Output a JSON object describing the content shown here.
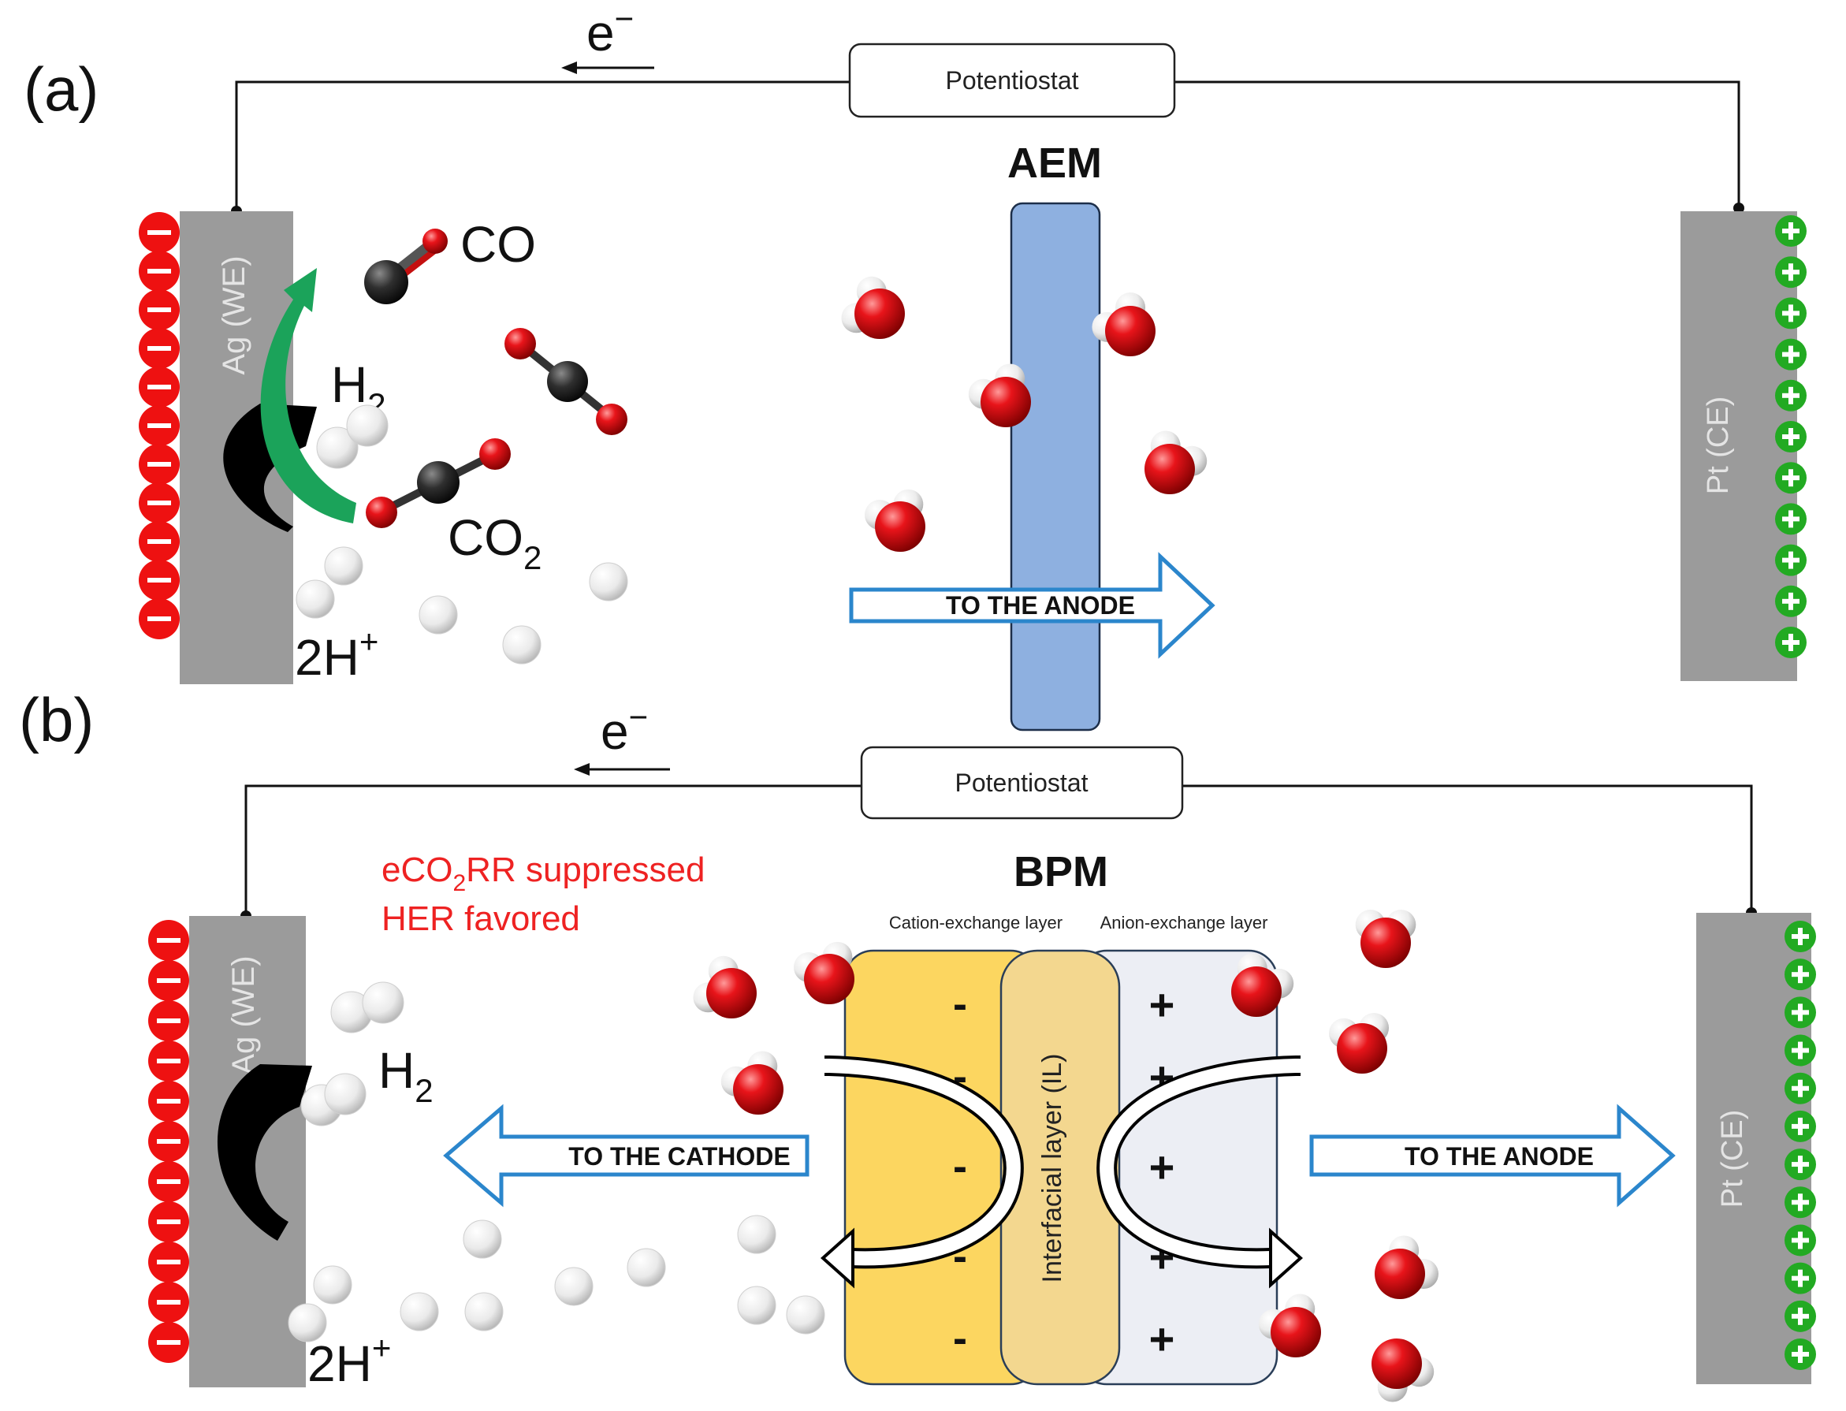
{
  "panel_a": {
    "label": "(a)",
    "electron": "e",
    "electron_sup": "−",
    "potentiostat": "Potentiostat",
    "membrane": "AEM",
    "we_label": "Ag (WE)",
    "ce_label": "Pt (CE)",
    "co_label": "CO",
    "h2_main": "H",
    "h2_sub": "2",
    "co2_main": "CO",
    "co2_sub": "2",
    "h_plus_main": "2H",
    "h_plus_sup": "+",
    "flow_label": "TO THE ANODE"
  },
  "panel_b": {
    "label": "(b)",
    "electron": "e",
    "electron_sup": "−",
    "potentiostat": "Potentiostat",
    "membrane": "BPM",
    "we_label": "Ag (WE)",
    "ce_label": "Pt (CE)",
    "note_line1_a": "eCO",
    "note_line1_sub": "2",
    "note_line1_b": "RR suppressed",
    "note_line2": "HER favored",
    "cation_layer": "Cation-exchange layer",
    "anion_layer": "Anion-exchange layer",
    "interfacial_layer": "Interfacial layer (IL)",
    "h2_main": "H",
    "h2_sub": "2",
    "h_plus_main": "2H",
    "h_plus_sup": "+",
    "flow_left": "TO THE CATHODE",
    "flow_right": "TO THE ANODE",
    "minus_sign": "-",
    "plus_sign": "+"
  },
  "colors": {
    "negative_charge": "#ee1111",
    "positive_charge": "#22aa22",
    "electrode": "#9b9b9b",
    "aem": "#8eb0e0",
    "cation_layer": "#fcd660",
    "interfacial_layer": "#f3d78f",
    "anion_layer": "#eceef4",
    "flow_arrow": "#2b86cc",
    "green_arrow": "#1ba35a",
    "note_text": "#ee2222"
  }
}
